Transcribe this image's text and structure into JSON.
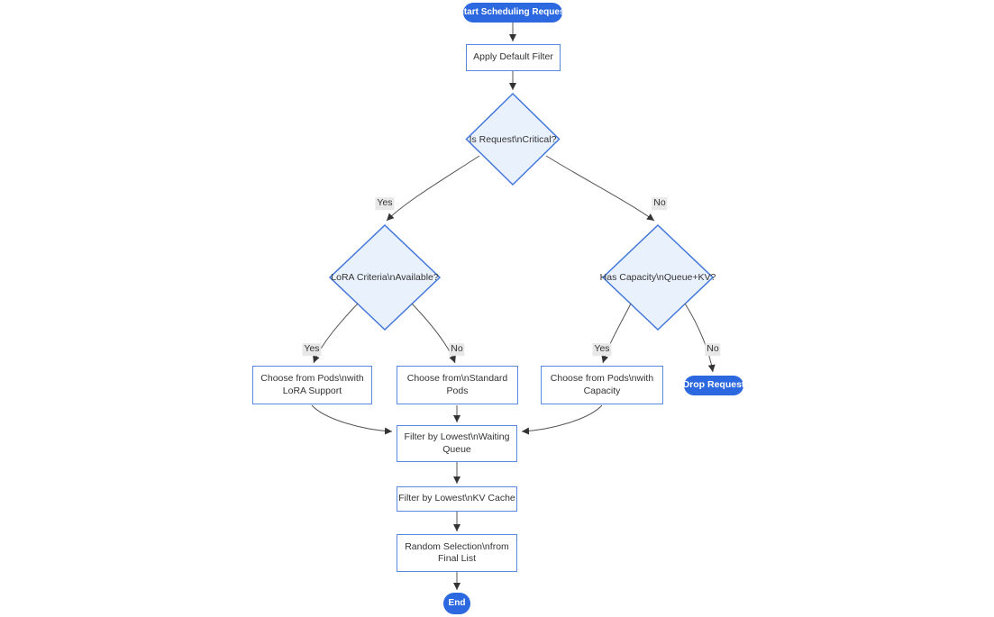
{
  "diagram_type": "flowchart",
  "colors": {
    "pill_fill": "#2c68e0",
    "rect_fill": "#ffffff",
    "rect_border": "#5c86dd",
    "decision_fill": "#e9f2fc",
    "decision_border": "#4377db",
    "edge_stroke": "#555555",
    "arrow_fill": "#333333",
    "text": "#333333",
    "label_bg": "#e8e8e8"
  },
  "nodes": {
    "start": {
      "label": "Start Scheduling Request"
    },
    "apply_filter": {
      "label": "Apply Default Filter"
    },
    "is_critical": {
      "label": "Is Request\\nCritical?"
    },
    "lora_criteria": {
      "label": "LoRA Criteria\\nAvailable?"
    },
    "has_capacity": {
      "label": "Has Capacity\\nQueue+KV?"
    },
    "choose_lora": {
      "lines": [
        "Choose from Pods\\nwith",
        "LoRA Support"
      ]
    },
    "choose_standard": {
      "lines": [
        "Choose from\\nStandard",
        "Pods"
      ]
    },
    "choose_capacity": {
      "lines": [
        "Choose from Pods\\nwith",
        "Capacity"
      ]
    },
    "drop_request": {
      "label": "Drop Request"
    },
    "filter_waiting_queue": {
      "lines": [
        "Filter by Lowest\\nWaiting",
        "Queue"
      ]
    },
    "filter_kv_cache": {
      "lines": [
        "Filter by Lowest\\nKV Cache"
      ]
    },
    "random_selection": {
      "lines": [
        "Random Selection\\nfrom",
        "Final List"
      ]
    },
    "end": {
      "label": "End"
    }
  },
  "edge_labels": {
    "critical_yes": "Yes",
    "critical_no": "No",
    "lora_yes": "Yes",
    "lora_no": "No",
    "capacity_yes": "Yes",
    "capacity_no": "No"
  }
}
